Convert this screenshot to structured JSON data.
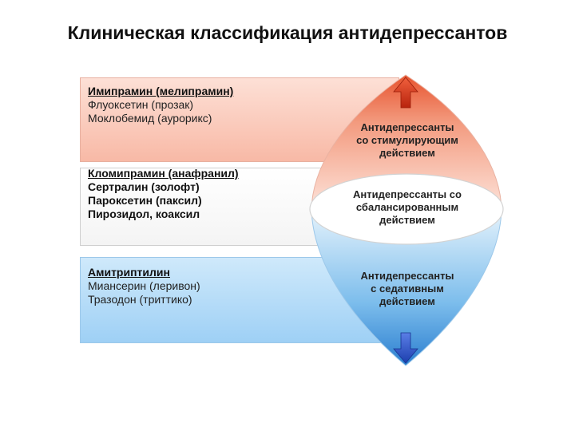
{
  "title": "Клиническая классификация антидепрессантов",
  "groups": {
    "stimulating": {
      "label": "Антидепрессанты со стимулирующим действием",
      "label_lines": [
        "Антидепрессанты",
        "со стимулирующим",
        "действием"
      ],
      "drugs": [
        "Имипрамин (мелипрамин)",
        "Флуоксетин (прозак)",
        "Моклобемид (аурорикс)"
      ],
      "color": "#f29a7f"
    },
    "balanced": {
      "label": "Антидепрессанты со сбалансированным действием",
      "label_lines": [
        "Антидепрессанты со",
        "сбалансированным",
        "действием"
      ],
      "drugs": [
        "Кломипрамин (анафранил)",
        "Сертралин (золофт)",
        "Пароксетин (паксил)",
        "Пирозидол, коаксил"
      ],
      "color": "#ffffff"
    },
    "sedative": {
      "label": "Антидепрессанты с седативным действием",
      "label_lines": [
        "Антидепрессанты",
        "с седативным",
        "действием"
      ],
      "drugs": [
        "Амитриптилин",
        "Миансерин (леривон)",
        "Тразодон (триттико)"
      ],
      "color": "#7fc0ef"
    }
  },
  "icons": {
    "up_arrow": "up-arrow-icon",
    "down_arrow": "down-arrow-icon"
  },
  "colors": {
    "arrow_up": "#d9341b",
    "arrow_down": "#2b55c8"
  }
}
